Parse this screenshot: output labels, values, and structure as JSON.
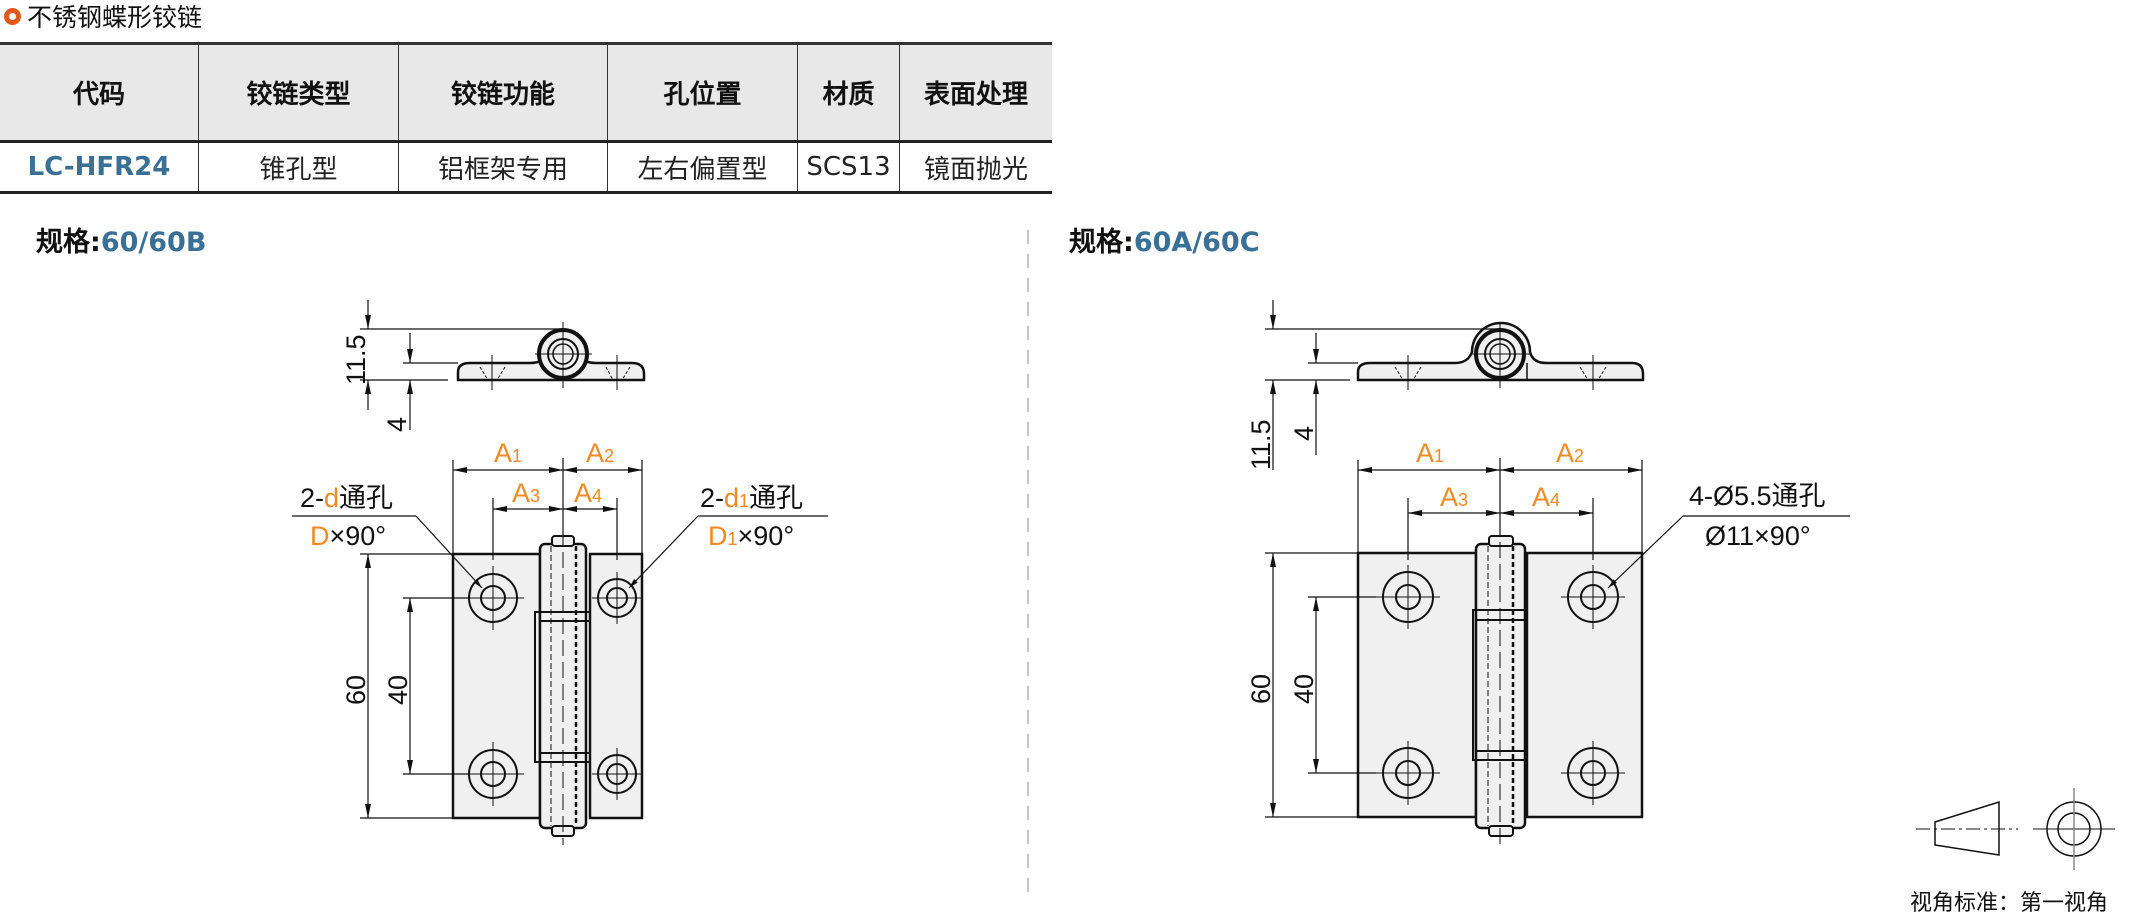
{
  "title": {
    "icon": "circle-ring-icon",
    "text": "不锈钢蝶形铰链",
    "accent": "#e05a1e"
  },
  "table": {
    "headers": [
      "代码",
      "铰链类型",
      "铰链功能",
      "孔位置",
      "材质",
      "表面处理"
    ],
    "rows": [
      [
        "LC-HFR24",
        "锥孔型",
        "铝框架专用",
        "左右偏置型",
        "SCS13",
        "镜面抛光"
      ]
    ],
    "code_color": "#3a6f96"
  },
  "left_drawing": {
    "label_prefix": "规格:",
    "label_value": "60/60B",
    "dims": {
      "height_total": "11.5",
      "plate_thickness": "4",
      "length": "60",
      "hole_pitch": "40"
    },
    "labels": {
      "a1": "A",
      "a1_sub": "1",
      "a2": "A",
      "a2_sub": "2",
      "a3": "A",
      "a3_sub": "3",
      "a4": "A",
      "a4_sub": "4"
    },
    "callout_left": {
      "line1_prefix": "2-",
      "line1_var": "d",
      "line1_suffix": "通孔",
      "line2_var": "D",
      "line2_suffix": "×90°"
    },
    "callout_right": {
      "line1_prefix": "2-",
      "line1_var": "d",
      "line1_sub": "1",
      "line1_suffix": "通孔",
      "line2_var": "D",
      "line2_sub": "1",
      "line2_suffix": "×90°"
    }
  },
  "right_drawing": {
    "label_prefix": "规格:",
    "label_value": "60A/60C",
    "dims": {
      "height_total": "11.5",
      "plate_thickness": "4",
      "length": "60",
      "hole_pitch": "40"
    },
    "labels": {
      "a1": "A",
      "a1_sub": "1",
      "a2": "A",
      "a2_sub": "2",
      "a3": "A",
      "a3_sub": "3",
      "a4": "A",
      "a4_sub": "4"
    },
    "callout": {
      "line1": "4-Ø5.5通孔",
      "line2": "Ø11×90°"
    }
  },
  "projection": {
    "label": "视角标准：第一视角",
    "icon": "first-angle-projection-icon"
  },
  "colors": {
    "variable": "#f08a24",
    "spec_value": "#3a6f96",
    "part_fill": "#f0f0f0"
  }
}
